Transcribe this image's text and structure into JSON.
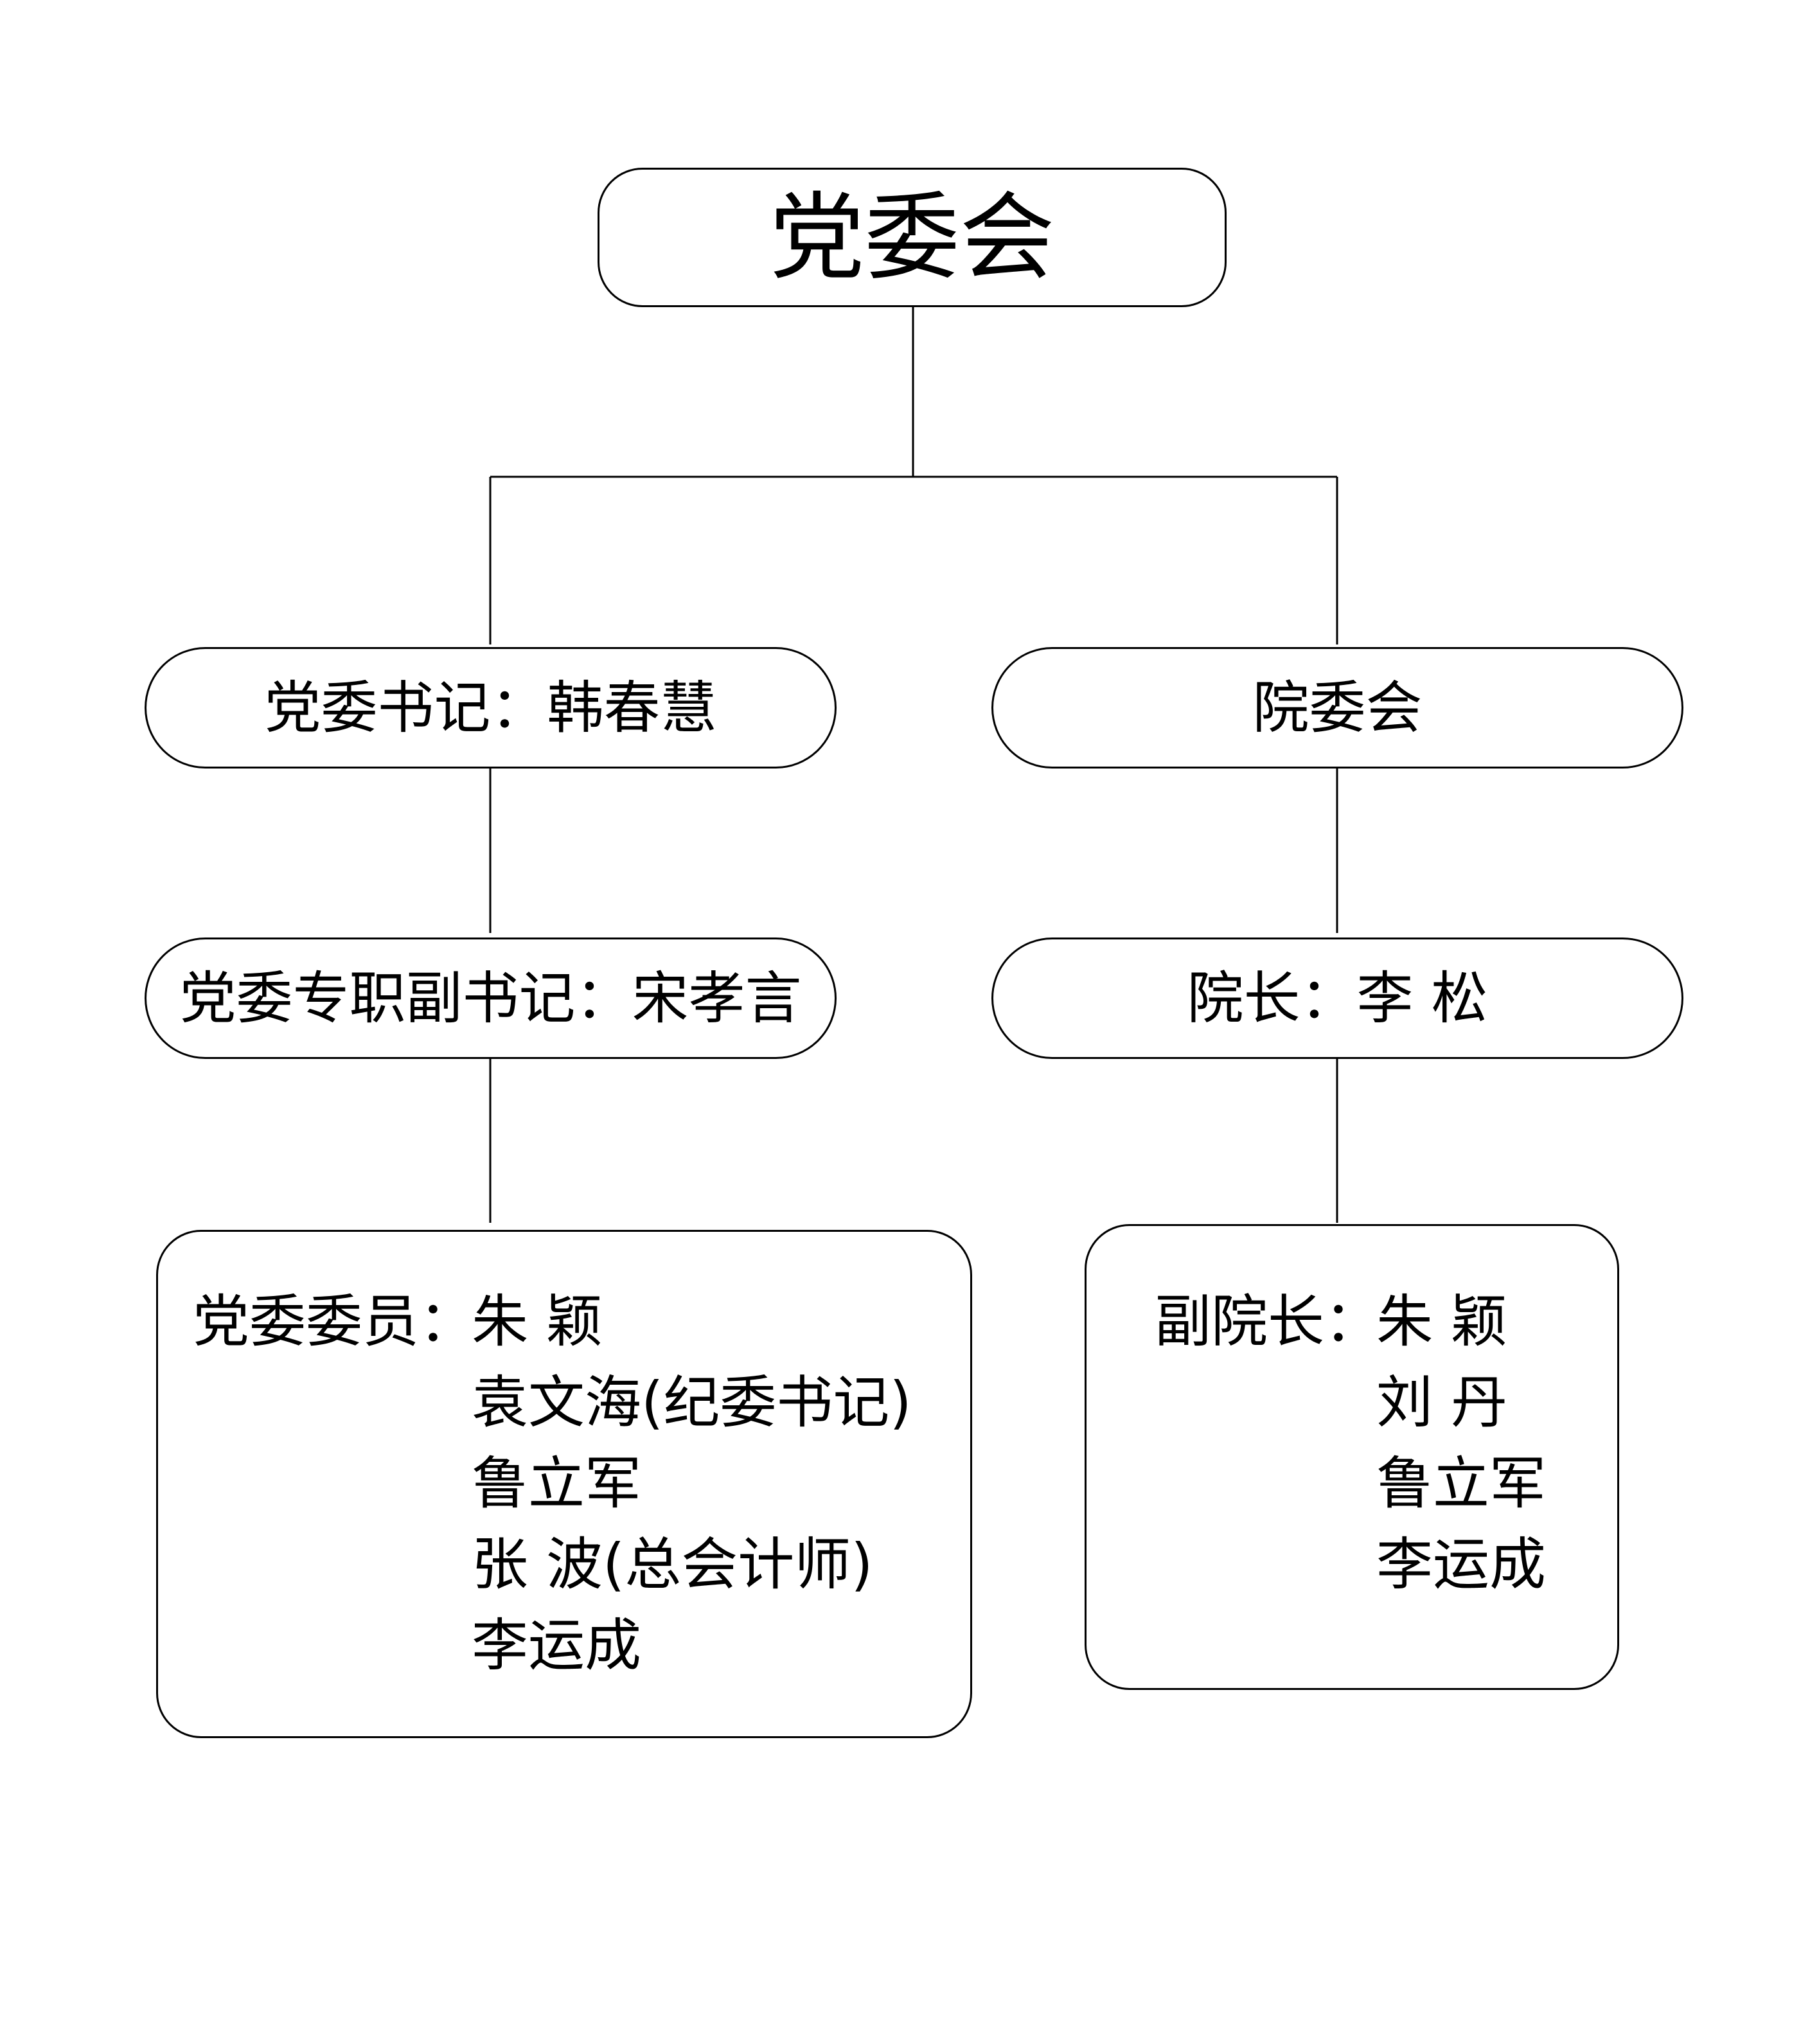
{
  "root": {
    "title": "党委会"
  },
  "left": {
    "secretary": "党委书记：韩春慧",
    "deputy": "党委专职副书记：宋孝言",
    "members_label": "党委委员：",
    "members": [
      "朱  颖",
      "袁文海(纪委书记)",
      "鲁立军",
      "张  波(总会计师)",
      "李运成"
    ]
  },
  "right": {
    "council": "院委会",
    "president": "院长：李  松",
    "vice_label": "副院长：",
    "vice": [
      "朱  颖",
      "刘  丹",
      "鲁立军",
      "李运成"
    ]
  }
}
